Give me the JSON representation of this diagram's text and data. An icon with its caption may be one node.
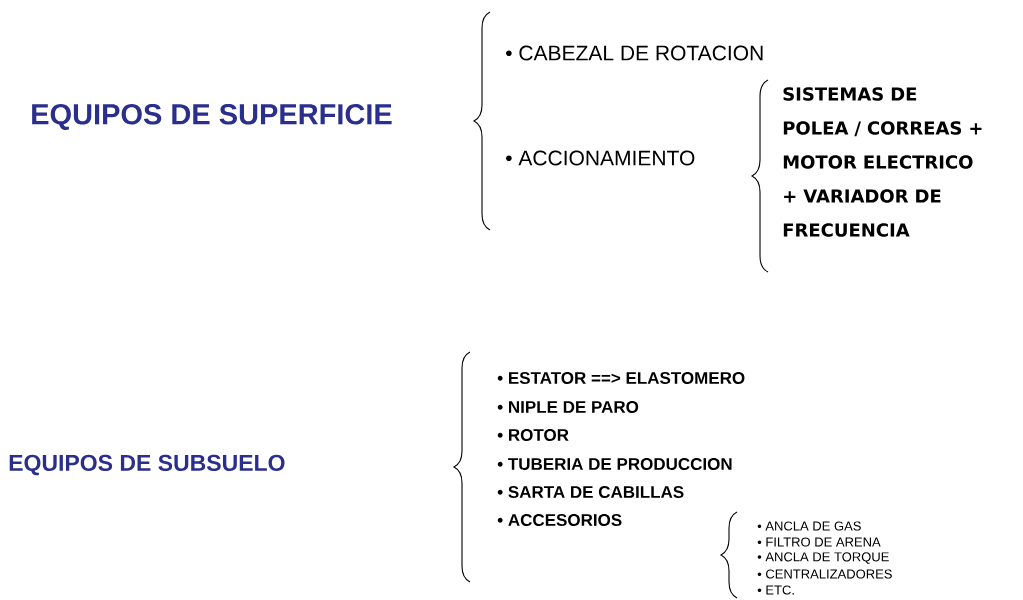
{
  "diagram": {
    "labels": [
      "EQUIPOS DE SUPERFICIE",
      "• CABEZAL DE ROTACION",
      "• ACCIONAMIENTO",
      "SISTEMAS DE POLEA / CORREAS + MOTOR ELECTRICO + VARIADOR DE FRECUENCIA",
      "EQUIPOS DE SUBSUELO",
      "• ESTATOR ==> ELASTOMERO",
      "• NIPLE DE PARO",
      "• ROTOR",
      "• TUBERIA DE PRODUCCION",
      "• SARTA DE CABILLAS",
      "• ACCESORIOS",
      "• ANCLA DE GAS",
      "• FILTRO DE ARENA",
      "• ANCLA DE TORQUE",
      "• CENTRALIZADORES",
      "• ETC."
    ]
  }
}
